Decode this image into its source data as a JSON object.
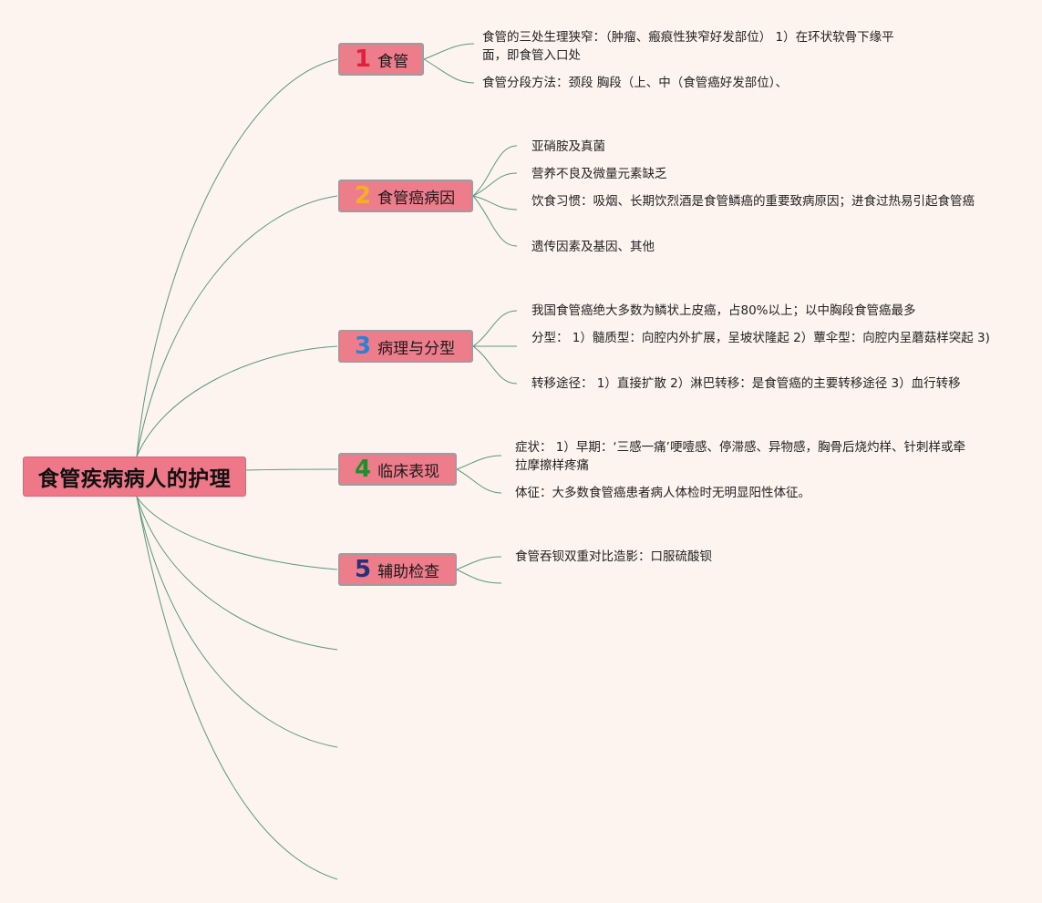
{
  "root": {
    "label": "食管疾病病人的护理"
  },
  "branches": [
    {
      "number": "1",
      "number_color": "#e0203f",
      "label": "食管",
      "leaves": [
        "食管的三处生理狭窄：（肿瘤、瘢痕性狭窄好发部位） 1）在环状软骨下缘平面，即食管入口处",
        "食管分段方法：颈段 胸段（上、中（食管癌好发部位）、"
      ]
    },
    {
      "number": "2",
      "number_color": "#f2b027",
      "label": "食管癌病因",
      "leaves": [
        "亚硝胺及真菌",
        "营养不良及微量元素缺乏",
        "饮食习惯：吸烟、长期饮烈酒是食管鳞癌的重要致病原因；进食过热易引起食管癌",
        "遗传因素及基因、其他"
      ]
    },
    {
      "number": "3",
      "number_color": "#2f7fd6",
      "label": "病理与分型",
      "leaves": [
        "我国食管癌绝大多数为鳞状上皮癌，占80%以上；以中胸段食管癌最多",
        "分型： 1）髓质型：向腔内外扩展，呈坡状隆起 2）蕈伞型：向腔内呈蘑菇样突起 3)",
        "转移途径： 1）直接扩散 2）淋巴转移：是食管癌的主要转移途径 3）血行转移"
      ]
    },
    {
      "number": "4",
      "number_color": "#1f8f2e",
      "label": "临床表现",
      "leaves": [
        "症状： 1）早期：‘三感一痛’哽噎感、停滞感、异物感，胸骨后烧灼样、针刺样或牵拉摩擦样疼痛",
        "体征：大多数食管癌患者病人体检时无明显阳性体征。"
      ]
    },
    {
      "number": "5",
      "number_color": "#27307a",
      "label": "辅助检查",
      "leaves": [
        "食管吞钡双重对比造影：口服硫酸钡"
      ]
    }
  ],
  "colors": {
    "background": "#fdf4ef",
    "node_fill": "#ee7d8c",
    "line": "#5a9a78"
  }
}
